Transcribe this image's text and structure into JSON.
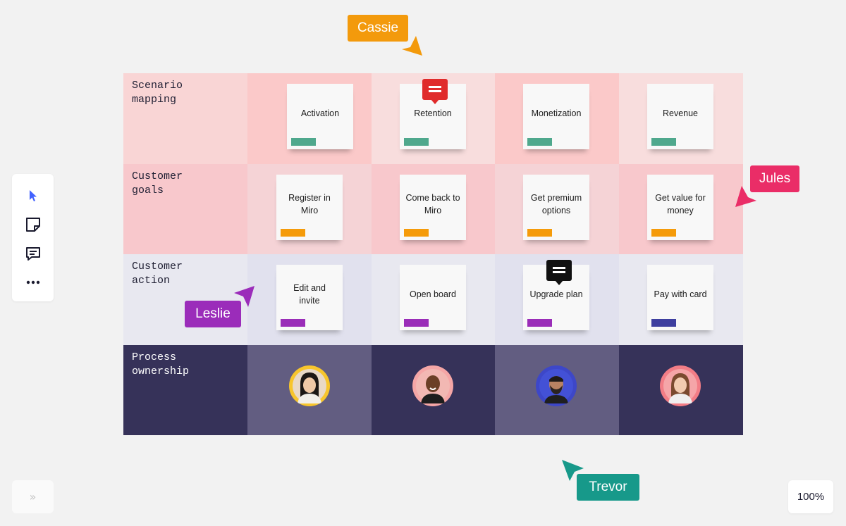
{
  "board": {
    "rows": [
      {
        "label": "Scenario\nmapping",
        "cells": [
          {
            "text": "Activation",
            "tag_color": "#4fa88d"
          },
          {
            "text": "Retention",
            "tag_color": "#4fa88d"
          },
          {
            "text": "Monetization",
            "tag_color": "#4fa88d"
          },
          {
            "text": "Revenue",
            "tag_color": "#4fa88d"
          }
        ]
      },
      {
        "label": "Customer\ngoals",
        "cells": [
          {
            "text": "Register in Miro",
            "tag_color": "#f59b0a"
          },
          {
            "text": "Come back to Miro",
            "tag_color": "#f59b0a"
          },
          {
            "text": "Get premium options",
            "tag_color": "#f59b0a"
          },
          {
            "text": "Get value for money",
            "tag_color": "#f59b0a"
          }
        ]
      },
      {
        "label": "Customer\naction",
        "cells": [
          {
            "text": "Edit and invite",
            "tag_color": "#9a2db8"
          },
          {
            "text": "Open board",
            "tag_color": "#9a2db8"
          },
          {
            "text": "Upgrade plan",
            "tag_color": "#9a2db8"
          },
          {
            "text": "Pay with card",
            "tag_color": "#3e3f9f"
          }
        ]
      },
      {
        "label": "Process\nownership",
        "avatars": [
          {
            "icon": "person-avatar",
            "ring": "#f7c52c"
          },
          {
            "icon": "person-avatar",
            "ring": "#f5a6a6"
          },
          {
            "icon": "person-avatar",
            "ring": "#3d47c8"
          },
          {
            "icon": "person-avatar",
            "ring": "#f27d86"
          }
        ]
      }
    ]
  },
  "cursors": {
    "cassie": {
      "name": "Cassie",
      "color": "#f39a0c"
    },
    "jules": {
      "name": "Jules",
      "color": "#ea2d67"
    },
    "leslie": {
      "name": "Leslie",
      "color": "#9b2cba"
    },
    "trevor": {
      "name": "Trevor",
      "color": "#17998a"
    }
  },
  "comments": [
    {
      "icon": "comment-icon",
      "color": "#e02b2b"
    },
    {
      "icon": "comment-icon",
      "color": "#111111"
    }
  ],
  "toolbar": {
    "tools": [
      "select-icon",
      "sticky-note-icon",
      "comment-icon",
      "more-icon"
    ]
  },
  "footer": {
    "expand_label": "»",
    "zoom_label": "100%"
  }
}
